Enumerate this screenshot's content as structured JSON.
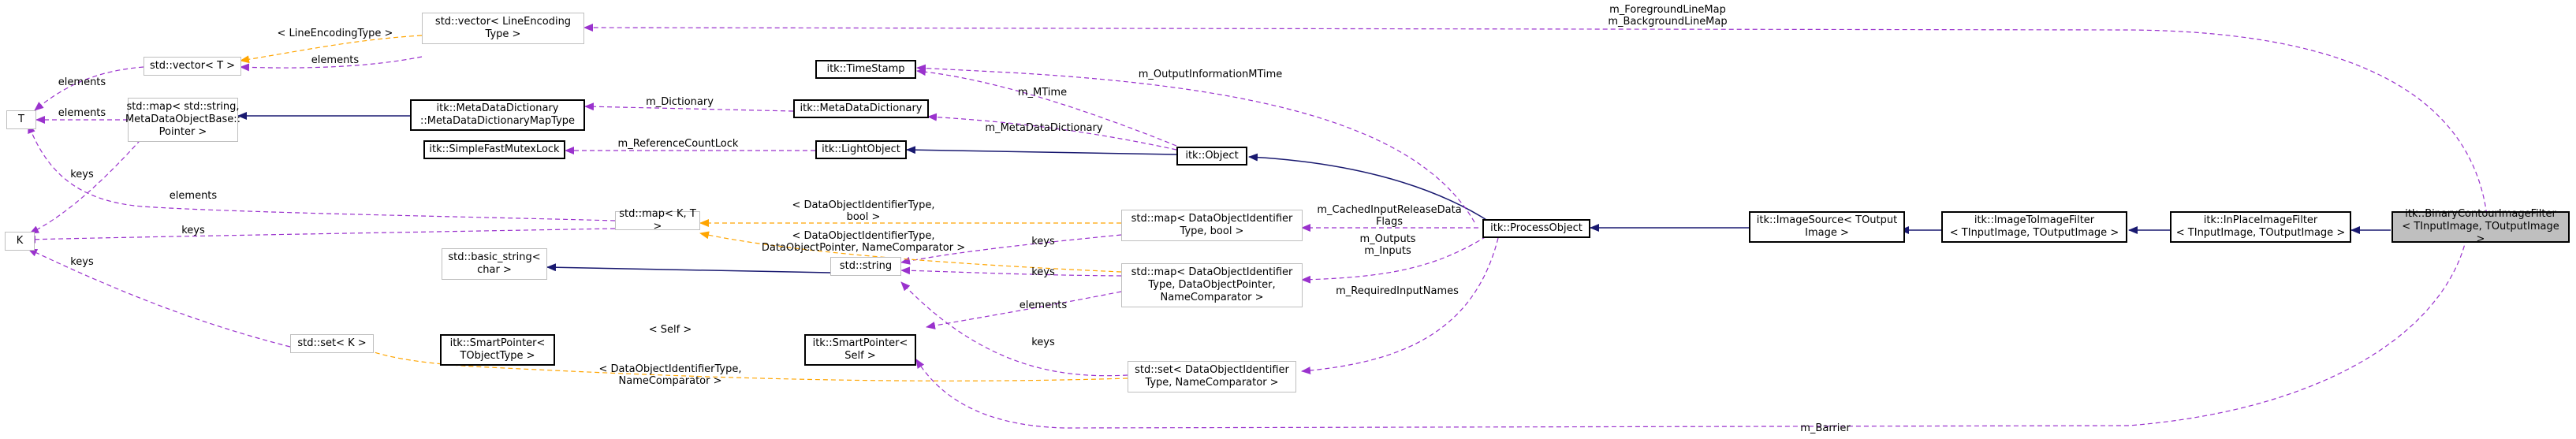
{
  "colors": {
    "inherit": "#191970",
    "usage": "#9a32cd",
    "template": "#ffa500",
    "highlight": "#bfbfbf"
  },
  "nodes": {
    "binary_contour": "itk::BinaryContourImageFilter\n< TInputImage, TOutputImage >",
    "inplace": "itk::InPlaceImageFilter\n< TInputImage, TOutputImage >",
    "image_to_image": "itk::ImageToImageFilter\n< TInputImage, TOutputImage >",
    "image_source": "itk::ImageSource< TOutput\nImage >",
    "process_object": "itk::ProcessObject",
    "object": "itk::Object",
    "light_object": "itk::LightObject",
    "time_stamp": "itk::TimeStamp",
    "metadata_dictionary": "itk::MetaDataDictionary",
    "metadata_map_type": "itk::MetaDataDictionary\n::MetaDataDictionaryMapType",
    "simple_fast_mutex": "itk::SimpleFastMutexLock",
    "map_string_metadata": "std::map< std::string,\nMetaDataObjectBase::\nPointer >",
    "T": "T",
    "K": "K",
    "vector_T": "std::vector< T >",
    "vector_line_encoding": "std::vector< LineEncoding\nType >",
    "map_K_T": "std::map< K, T >",
    "map_id_bool": "std::map< DataObjectIdentifier\nType, bool >",
    "map_id_ptr_cmp": "std::map< DataObjectIdentifier\nType, DataObjectPointer,\nNameComparator >",
    "set_id_cmp": "std::set< DataObjectIdentifier\nType, NameComparator >",
    "std_string": "std::string",
    "basic_string": "std::basic_string<\nchar >",
    "set_K": "std::set< K >",
    "smart_ptr_self": "itk::SmartPointer<\nSelf >",
    "smart_ptr_tobject": "itk::SmartPointer<\nTObjectType >"
  },
  "edge_labels": {
    "fg_bg_linemap": "m_ForegroundLineMap\nm_BackgroundLineMap",
    "line_encoding_type": "< LineEncodingType >",
    "elements_vec": "elements",
    "elements_vec_T": "elements",
    "elements_map": "elements",
    "keys_map": "keys",
    "m_dictionary": "m_Dictionary",
    "m_reference_count_lock": "m_ReferenceCountLock",
    "m_mtime": "m_MTime",
    "m_output_information_mtime": "m_OutputInformationMTime",
    "m_metadata_dictionary": "m_MetaDataDictionary",
    "elements_mapKT": "elements",
    "keys_mapKT": "keys",
    "map_bool_template": "< DataObjectIdentifierType,\nbool >",
    "map_ptr_template": "< DataObjectIdentifierType,\nDataObjectPointer, NameComparator >",
    "keys_string_1": "keys",
    "keys_string_2": "keys",
    "elements_smartptr": "elements",
    "keys_string_3": "keys",
    "self_template": "< Self >",
    "set_template": "< DataObjectIdentifierType,\nNameComparator >",
    "keys_setK": "keys",
    "cached_input": "m_CachedInputReleaseData\nFlags",
    "outputs_inputs": "m_Outputs\nm_Inputs",
    "required_input_names": "m_RequiredInputNames",
    "m_barrier": "m_Barrier"
  }
}
